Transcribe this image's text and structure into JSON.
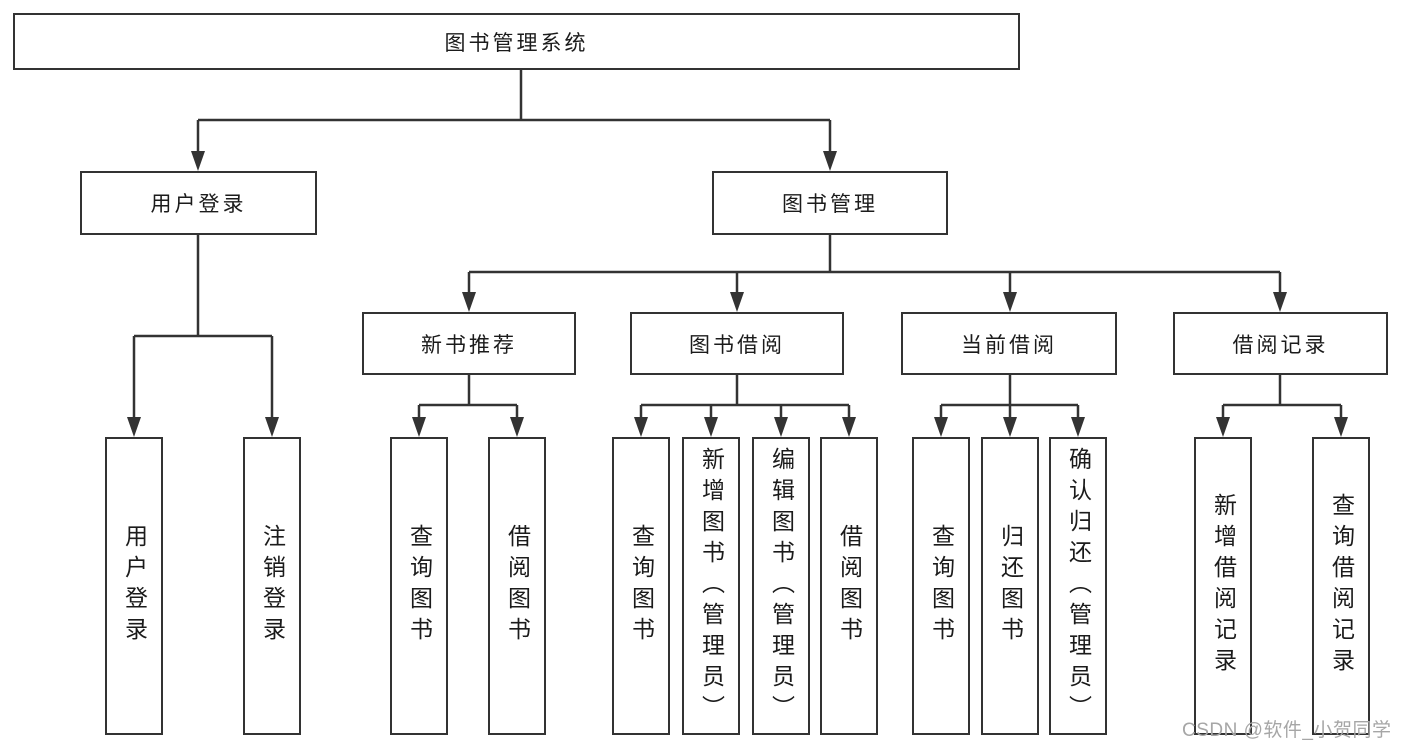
{
  "colors": {
    "line": "#333333",
    "box-bg": "#ffffff",
    "canvas-bg": "#ffffff",
    "text": "#1b1b1b",
    "watermark": "#a6a6a6"
  },
  "watermark": {
    "text": "CSDN @软件_小贺同学"
  },
  "tree": {
    "label": "图书管理系统",
    "children": [
      {
        "label": "用户登录",
        "children": [
          {
            "label": "用户登录"
          },
          {
            "label": "注销登录"
          }
        ]
      },
      {
        "label": "图书管理",
        "children": [
          {
            "label": "新书推荐",
            "children": [
              {
                "label": "查询图书"
              },
              {
                "label": "借阅图书"
              }
            ]
          },
          {
            "label": "图书借阅",
            "children": [
              {
                "label": "查询图书"
              },
              {
                "label": "新增图书（管理员）"
              },
              {
                "label": "编辑图书（管理员）"
              },
              {
                "label": "借阅图书"
              }
            ]
          },
          {
            "label": "当前借阅",
            "children": [
              {
                "label": "查询图书"
              },
              {
                "label": "归还图书"
              },
              {
                "label": "确认归还（管理员）"
              }
            ]
          },
          {
            "label": "借阅记录",
            "children": [
              {
                "label": "新增借阅记录"
              },
              {
                "label": "查询借阅记录"
              }
            ]
          }
        ]
      }
    ]
  }
}
